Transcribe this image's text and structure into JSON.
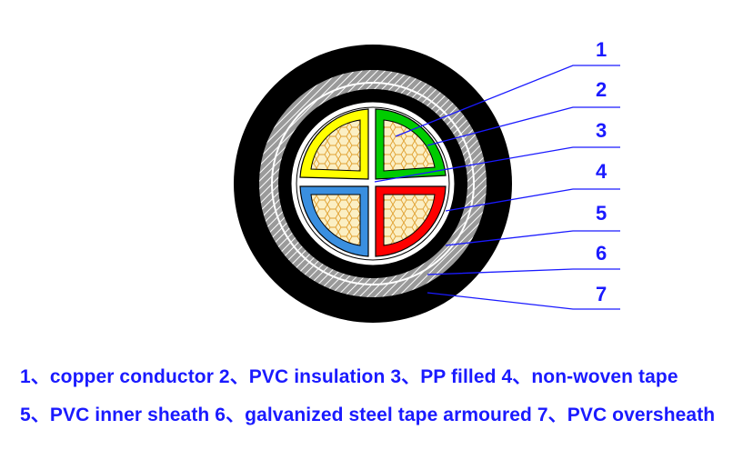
{
  "diagram": {
    "callouts": [
      {
        "number": "1"
      },
      {
        "number": "2"
      },
      {
        "number": "3"
      },
      {
        "number": "4"
      },
      {
        "number": "5"
      },
      {
        "number": "6"
      },
      {
        "number": "7"
      }
    ],
    "colors": {
      "oversheath": "#000000",
      "armour_tape": "#a0a0a0",
      "inner_sheath": "#000000",
      "nonwoven_tape": "#ffffff",
      "core_yellow": "#ffff00",
      "core_green": "#00cc00",
      "core_blue": "#3a8fe0",
      "core_red": "#ff0000",
      "conductor": "#f5e6b0",
      "leader_line": "#1a1aff"
    }
  },
  "legend": {
    "line1": "1、copper conductor  2、PVC insulation  3、PP filled  4、non-woven tape",
    "line2": "5、PVC inner sheath  6、galvanized steel tape armoured  7、PVC oversheath"
  }
}
